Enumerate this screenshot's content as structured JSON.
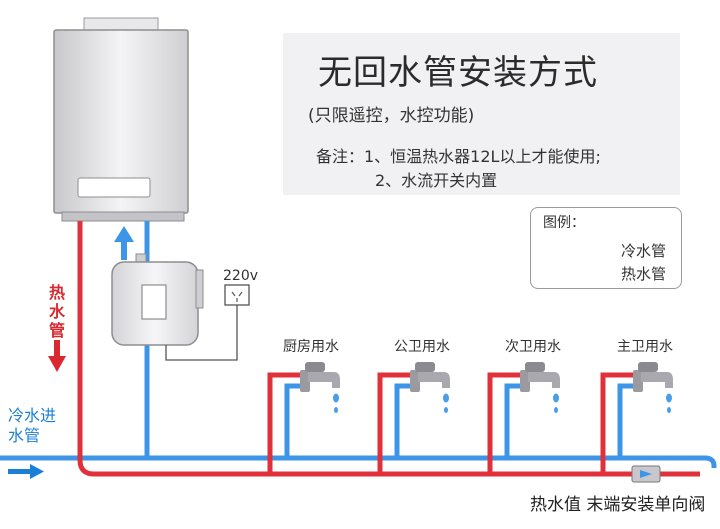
{
  "title": "无回水管安装方式",
  "subtitle": "(只限遥控，水控功能)",
  "notes": {
    "line1": "备注：1、恒温热水器12L以上才能使用;",
    "line2": "2、水流开关内置"
  },
  "legend": {
    "title": "图例：",
    "cold": "冷水管",
    "hot": "热水管"
  },
  "labels": {
    "hot_pipe_vertical": "热水管",
    "cold_inlet": "冷水进水管",
    "voltage": "220v",
    "kitchen": "厨房用水",
    "public_bath": "公卫用水",
    "second_bath": "次卫用水",
    "master_bath": "主卫用水",
    "footer": "热水值 末端安装单向阀"
  },
  "colors": {
    "cold": "#3d95e8",
    "hot": "#e0303a",
    "device": "#b8b8bd"
  },
  "icons": [
    "water-heater-icon",
    "circulation-pump-icon",
    "power-socket-icon",
    "faucet-icon",
    "check-valve-icon",
    "flow-arrow-icon"
  ]
}
